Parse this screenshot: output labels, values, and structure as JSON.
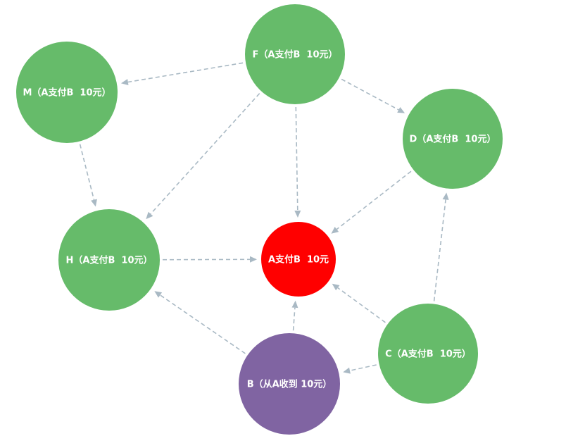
{
  "colors": {
    "green": "#66bb6a",
    "red": "#ff0000",
    "purple": "#8064a2",
    "edge": "#a9b9c4",
    "label": "#ffffff"
  },
  "nodes": [
    {
      "id": "F",
      "label": "F（A支付B  10元）",
      "color": "green"
    },
    {
      "id": "M",
      "label": "M（A支付B  10元）",
      "color": "green"
    },
    {
      "id": "D",
      "label": "D（A支付B  10元）",
      "color": "green"
    },
    {
      "id": "H",
      "label": "H（A支付B  10元）",
      "color": "green"
    },
    {
      "id": "A",
      "label": "A支付B  10元",
      "color": "red"
    },
    {
      "id": "C",
      "label": "C（A支付B  10元）",
      "color": "green"
    },
    {
      "id": "B",
      "label": "B（从A收到 10元）",
      "color": "purple"
    }
  ],
  "edges": [
    {
      "from": "F",
      "to": "M"
    },
    {
      "from": "F",
      "to": "D"
    },
    {
      "from": "F",
      "to": "H"
    },
    {
      "from": "F",
      "to": "A"
    },
    {
      "from": "M",
      "to": "H"
    },
    {
      "from": "D",
      "to": "A"
    },
    {
      "from": "H",
      "to": "A"
    },
    {
      "from": "C",
      "to": "D"
    },
    {
      "from": "C",
      "to": "A"
    },
    {
      "from": "C",
      "to": "B"
    },
    {
      "from": "B",
      "to": "A"
    },
    {
      "from": "B",
      "to": "H"
    }
  ]
}
